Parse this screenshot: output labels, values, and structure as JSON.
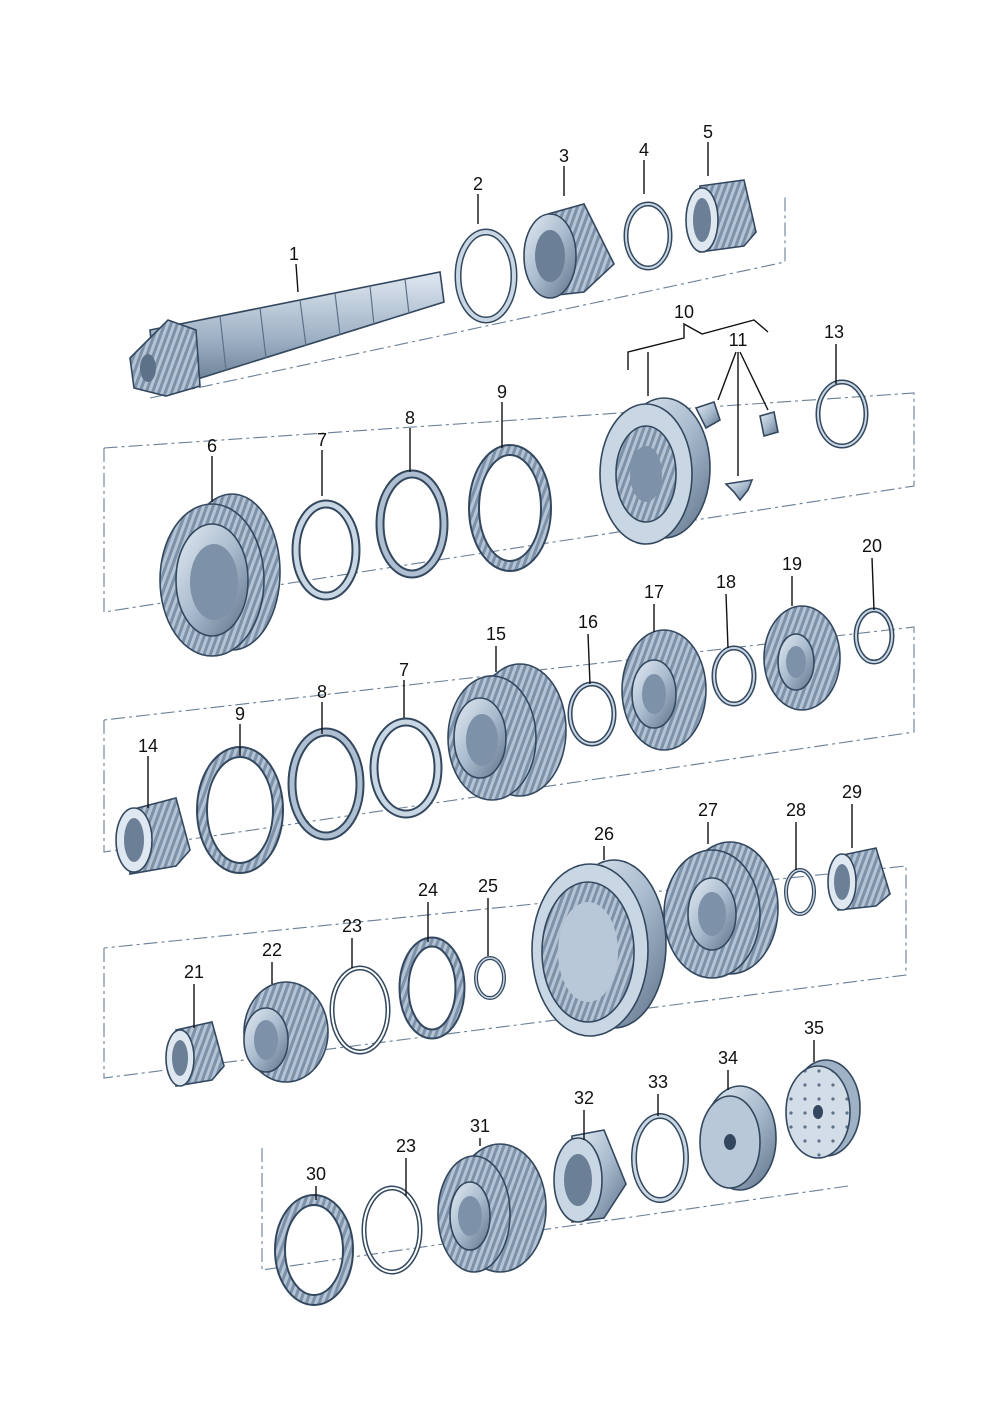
{
  "diagram": {
    "colors": {
      "part_light": "#c9d6e4",
      "part_mid": "#9fb1c5",
      "part_dark": "#5d7188",
      "outline": "#33485e",
      "background": "#ffffff",
      "leader": "#111111"
    },
    "callouts": [
      {
        "id": "1",
        "label": "1"
      },
      {
        "id": "2",
        "label": "2"
      },
      {
        "id": "3",
        "label": "3"
      },
      {
        "id": "4",
        "label": "4"
      },
      {
        "id": "5",
        "label": "5"
      },
      {
        "id": "6",
        "label": "6"
      },
      {
        "id": "7a",
        "label": "7"
      },
      {
        "id": "8a",
        "label": "8"
      },
      {
        "id": "9a",
        "label": "9"
      },
      {
        "id": "10",
        "label": "10"
      },
      {
        "id": "11",
        "label": "11"
      },
      {
        "id": "13",
        "label": "13"
      },
      {
        "id": "14",
        "label": "14"
      },
      {
        "id": "9b",
        "label": "9"
      },
      {
        "id": "8b",
        "label": "8"
      },
      {
        "id": "7b",
        "label": "7"
      },
      {
        "id": "15",
        "label": "15"
      },
      {
        "id": "16",
        "label": "16"
      },
      {
        "id": "17",
        "label": "17"
      },
      {
        "id": "18",
        "label": "18"
      },
      {
        "id": "19",
        "label": "19"
      },
      {
        "id": "20",
        "label": "20"
      },
      {
        "id": "21",
        "label": "21"
      },
      {
        "id": "22",
        "label": "22"
      },
      {
        "id": "23a",
        "label": "23"
      },
      {
        "id": "24",
        "label": "24"
      },
      {
        "id": "25",
        "label": "25"
      },
      {
        "id": "26",
        "label": "26"
      },
      {
        "id": "27",
        "label": "27"
      },
      {
        "id": "28",
        "label": "28"
      },
      {
        "id": "29",
        "label": "29"
      },
      {
        "id": "30",
        "label": "30"
      },
      {
        "id": "23b",
        "label": "23"
      },
      {
        "id": "31",
        "label": "31"
      },
      {
        "id": "32",
        "label": "32"
      },
      {
        "id": "33",
        "label": "33"
      },
      {
        "id": "34",
        "label": "34"
      },
      {
        "id": "35",
        "label": "35"
      }
    ]
  }
}
